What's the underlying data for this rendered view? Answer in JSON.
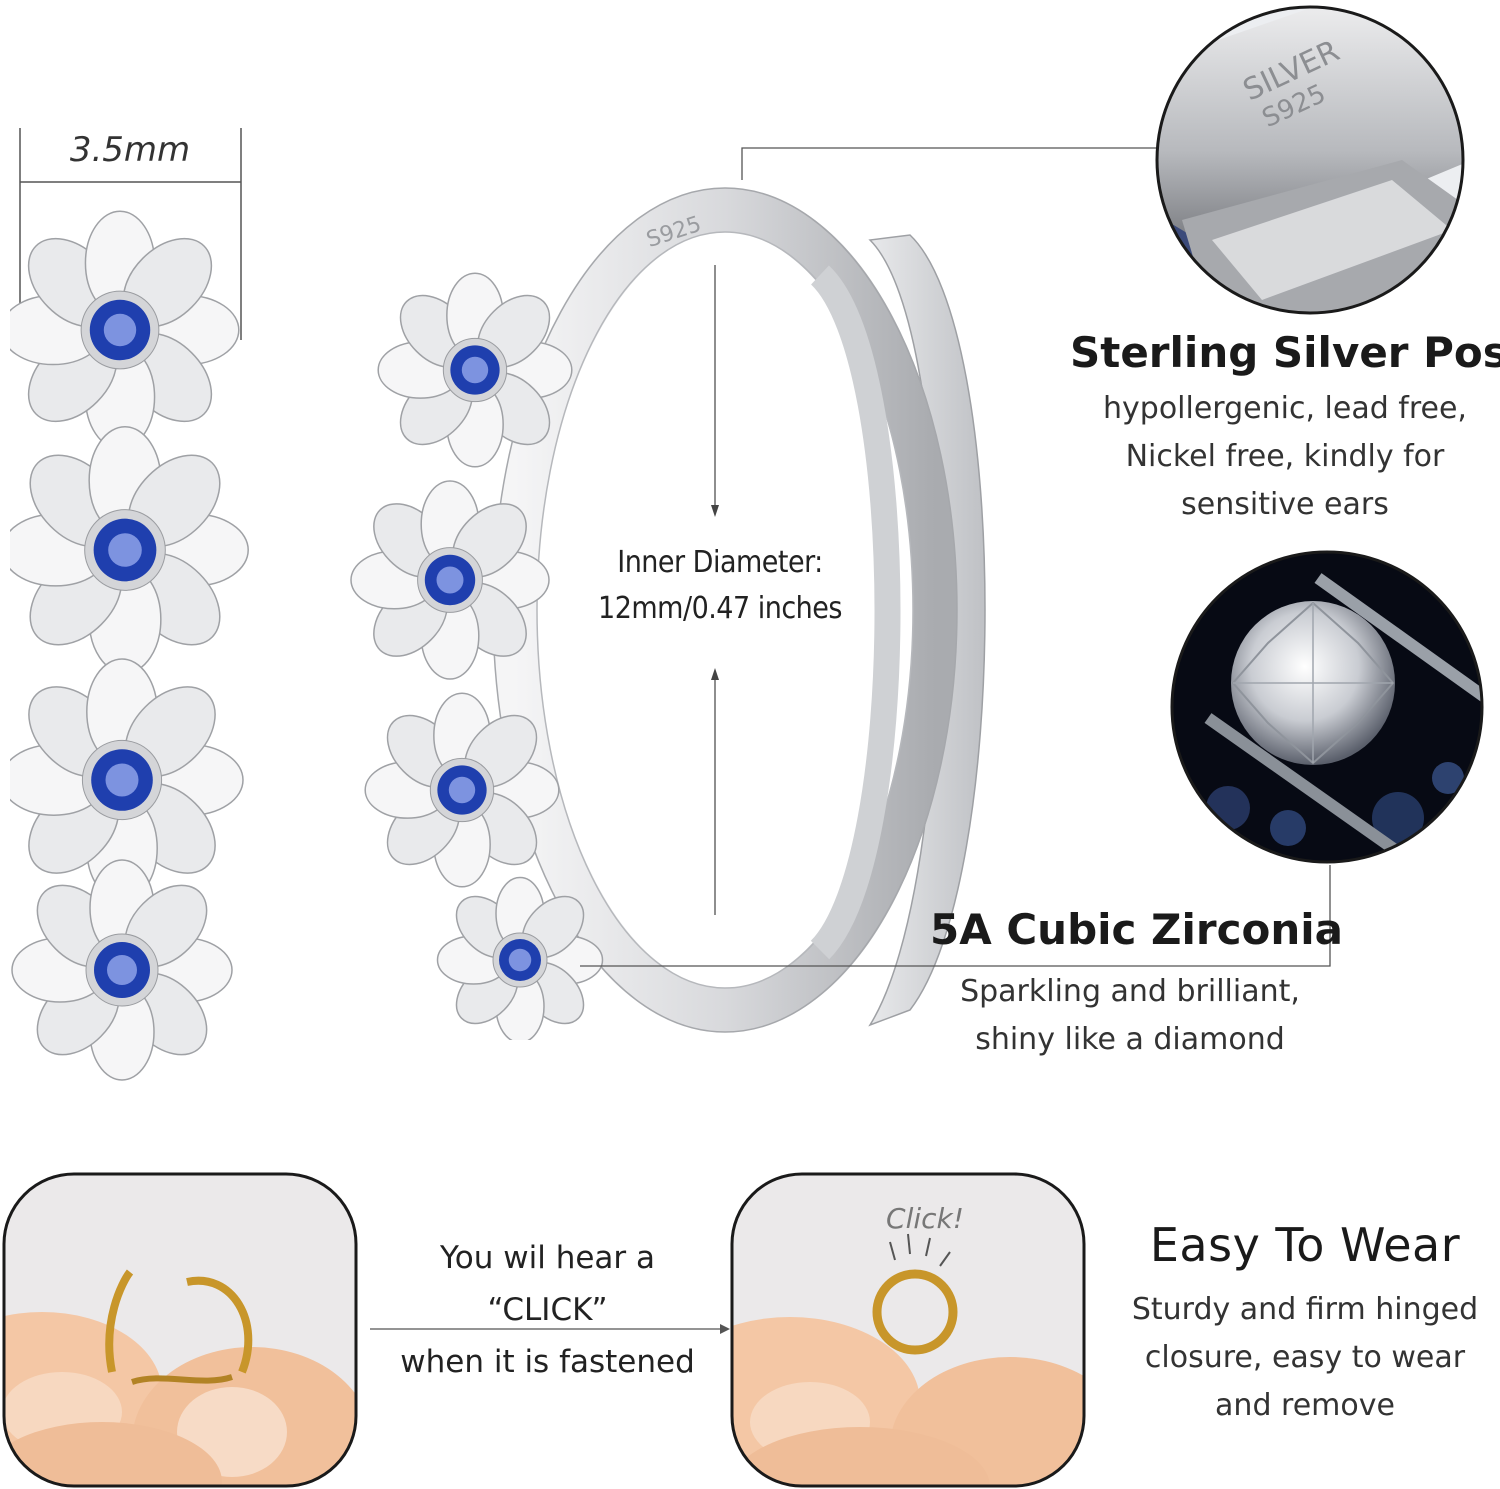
{
  "dimensions": {
    "width_label": "3.5mm",
    "inner_diameter_line1": "Inner Diameter:",
    "inner_diameter_line2": "12mm/0.47 inches",
    "stamp": "S925"
  },
  "silver_bar": {
    "stamp_top": "SILVER",
    "stamp_bottom": "S925"
  },
  "features": {
    "silver": {
      "title": "Sterling Silver Post",
      "lines": [
        "hypollergenic, lead free,",
        "Nickel free, kindly for",
        "sensitive ears"
      ]
    },
    "zirconia": {
      "title": "5A Cubic Zirconia",
      "lines": [
        "Sparkling and brilliant,",
        "shiny like a diamond"
      ]
    },
    "easy": {
      "title": "Easy To Wear",
      "lines": [
        "Sturdy and firm hinged",
        "closure, easy to wear",
        "and remove"
      ]
    }
  },
  "click": {
    "lines": [
      "You wil hear a",
      "“CLICK”",
      "when it is fastened"
    ],
    "sound_word": "Click!"
  },
  "colors": {
    "sapphire": "#1f3fae",
    "silver": "#dcdde0",
    "gold": "#c9962e",
    "skin": "#f3c8a6"
  }
}
